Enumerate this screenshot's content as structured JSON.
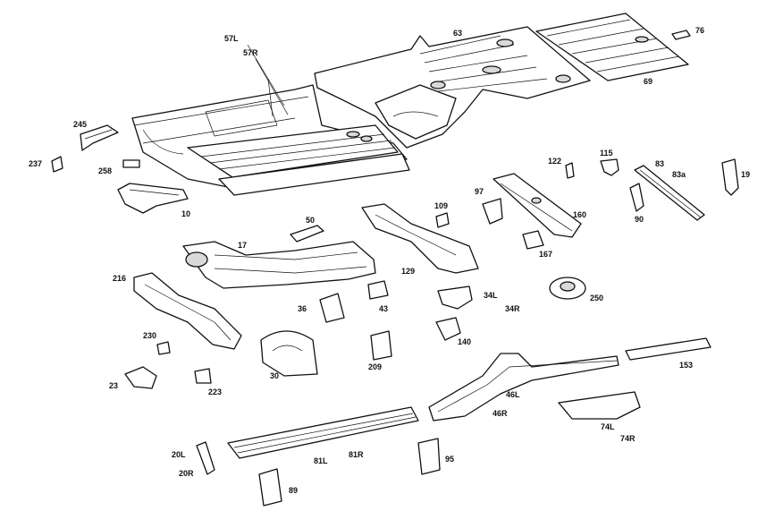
{
  "diagram": {
    "labels": {
      "p57L": "57L",
      "p57R": "57R",
      "p63": "63",
      "p76": "76",
      "p69": "69",
      "p245": "245",
      "p237": "237",
      "p258": "258",
      "p10": "10",
      "p122": "122",
      "p115": "115",
      "p83": "83",
      "p83a": "83a",
      "p19": "19",
      "p90": "90",
      "p97": "97",
      "p160": "160",
      "p167": "167",
      "p109": "109",
      "p50": "50",
      "p17": "17",
      "p129": "129",
      "p216": "216",
      "p36": "36",
      "p43": "43",
      "p34L": "34L",
      "p34R": "34R",
      "p250": "250",
      "p140": "140",
      "p230": "230",
      "p30": "30",
      "p209": "209",
      "p23": "23",
      "p223": "223",
      "p153": "153",
      "p46L": "46L",
      "p46R": "46R",
      "p74L": "74L",
      "p74R": "74R",
      "p20L": "20L",
      "p20R": "20R",
      "p81L": "81L",
      "p81R": "81R",
      "p95": "95",
      "p89": "89"
    }
  }
}
